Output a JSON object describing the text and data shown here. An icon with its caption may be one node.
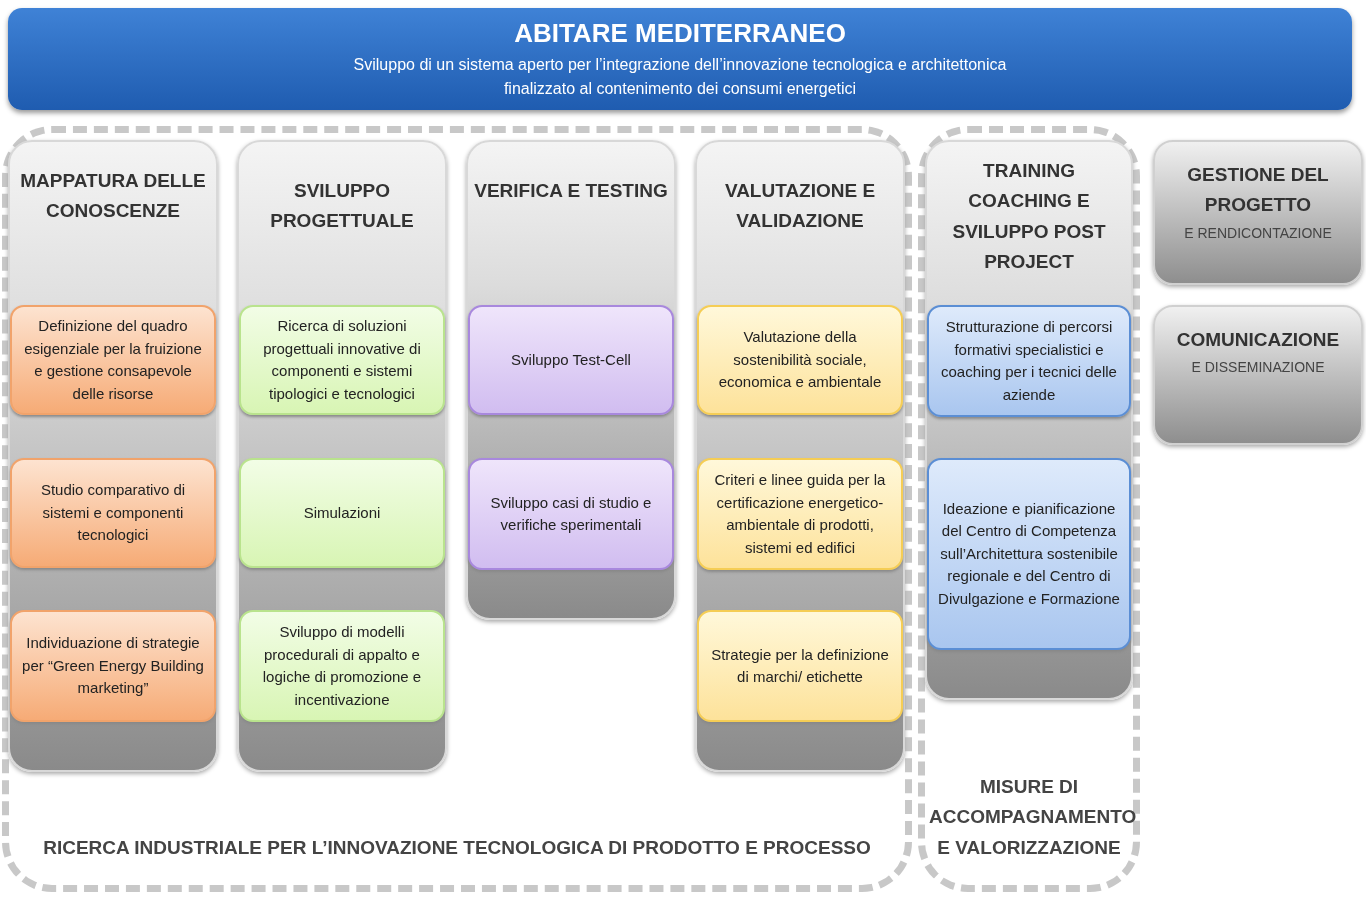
{
  "diagram": {
    "nodes": [
      {
        "text": [
          "ABITARE MEDITERRANEO",
          "Sviluppo di un sistema aperto per l’integrazione dell’innovazione tecnologica e architettonica finalizzato al contenimento dei consumi energetici"
        ]
      },
      {
        "text": [
          "RICERCA INDUSTRIALE PER L’INNOVAZIONE TECNOLOGICA DI PRODOTTO E PROCESSO"
        ]
      },
      {
        "text": [
          "MAPPATURA DELLE CONOSCENZE"
        ],
        "in": 1
      },
      {
        "text": [
          "Definizione del quadro esigenziale per la fruizione e gestione consapevole delle risorse"
        ],
        "in": 2
      },
      {
        "text": [
          "Studio comparativo di sistemi e componenti tecnologici"
        ],
        "in": 2
      },
      {
        "text": [
          "Individuazione di strategie per “Green Energy Building marketing”"
        ],
        "in": 2
      },
      {
        "text": [
          "SVILUPPO PROGETTUALE"
        ],
        "in": 1
      },
      {
        "text": [
          "Ricerca di soluzioni progettuali innovative di componenti e sistemi tipologici e tecnologici"
        ],
        "in": 6
      },
      {
        "text": [
          "Simulazioni"
        ],
        "in": 6
      },
      {
        "text": [
          "Sviluppo di modelli procedurali di appalto e logiche di promozione e incentivazione"
        ],
        "in": 6
      },
      {
        "text": [
          "VERIFICA E TESTING"
        ],
        "in": 1
      },
      {
        "text": [
          "Sviluppo Test-Cell"
        ],
        "in": 10
      },
      {
        "text": [
          "Sviluppo casi di studio e verifiche sperimentali"
        ],
        "in": 10
      },
      {
        "text": [
          "VALUTAZIONE E VALIDAZIONE"
        ],
        "in": 1
      },
      {
        "text": [
          "Valutazione della sostenibilità sociale, economica e ambientale"
        ],
        "in": 13
      },
      {
        "text": [
          "Criteri e linee guida per la certificazione energetico-ambientale di prodotti, sistemi ed edifici"
        ],
        "in": 13
      },
      {
        "text": [
          "Strategie per la definizione di marchi/ etichette"
        ],
        "in": 13
      },
      {
        "text": [
          "MISURE DI ACCOMPAGNAMENTO E VALORIZZAZIONE"
        ]
      },
      {
        "text": [
          "TRAINING COACHING E SVILUPPO POST PROJECT"
        ],
        "in": 17
      },
      {
        "text": [
          "Strutturazione di percorsi formativi specialistici e coaching per i tecnici delle aziende"
        ],
        "in": 18
      },
      {
        "text": [
          "Ideazione e pianificazione del Centro di Competenza sull’Architettura sostenibile regionale e del Centro di Divulgazione e Formazione"
        ],
        "in": 18
      },
      {
        "text": [
          "GESTIONE DEL PROGETTO",
          "E RENDICONTAZIONE"
        ]
      },
      {
        "text": [
          "COMUNICAZIONE",
          "E DISSEMINAZIONE"
        ]
      }
    ]
  }
}
